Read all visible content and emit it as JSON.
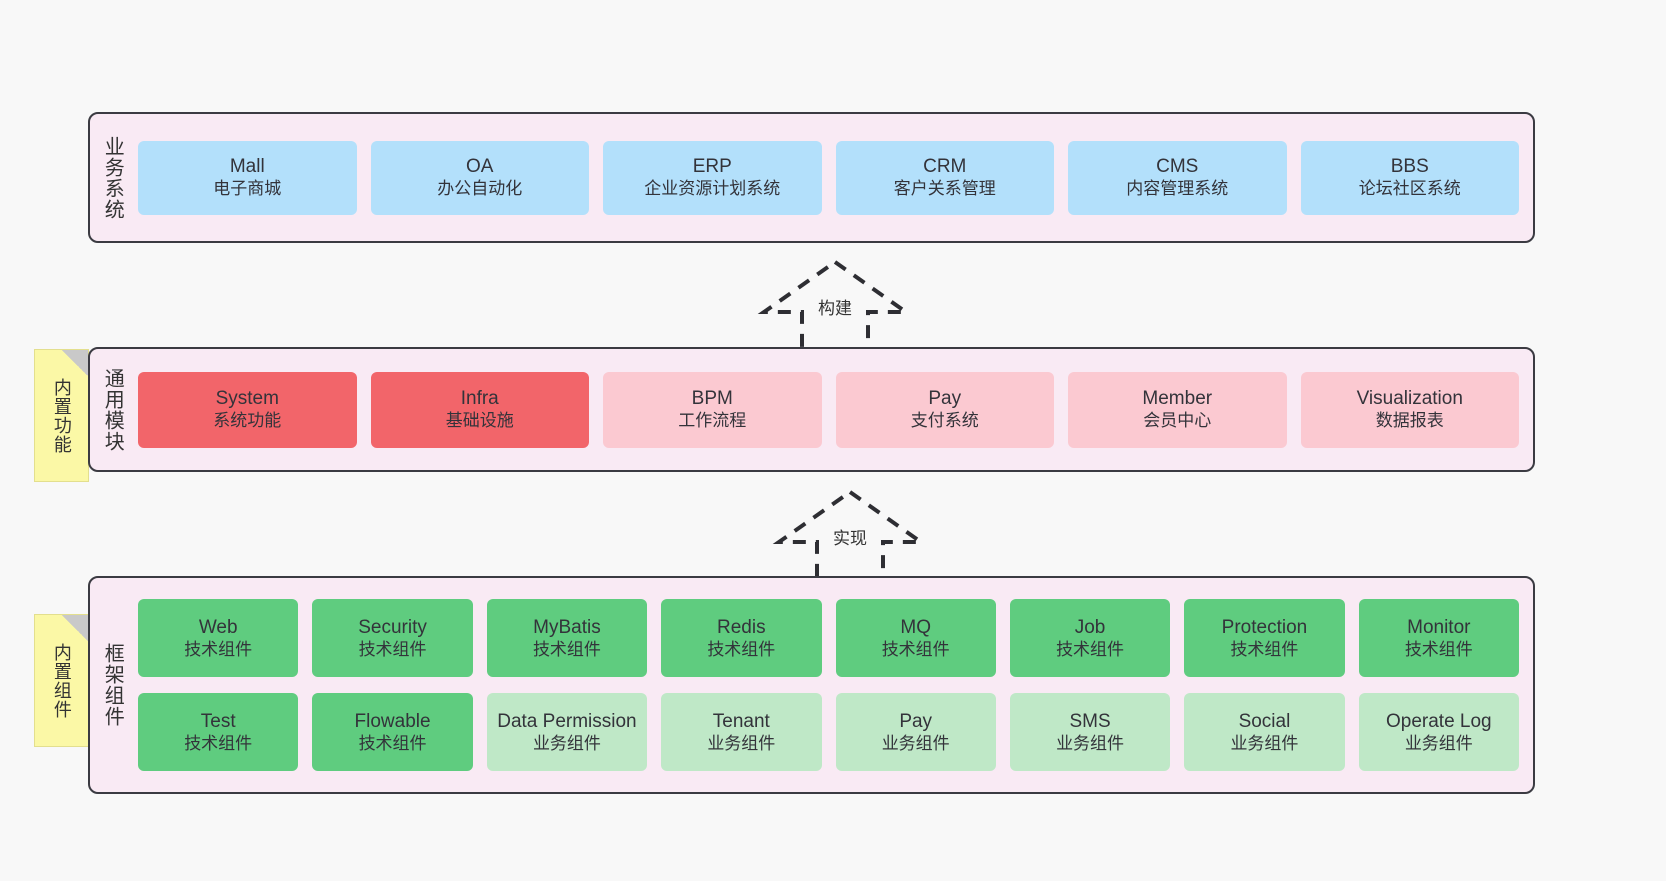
{
  "diagram": {
    "background": "#f8f8f8",
    "layer_fill": "#f9eaf4",
    "layer_border": "#3b3b42"
  },
  "layers": [
    {
      "key": "business",
      "label": "业务系统",
      "rows": [
        {
          "nodes": [
            {
              "title": "Mall",
              "sub": "电子商城",
              "color": "blue"
            },
            {
              "title": "OA",
              "sub": "办公自动化",
              "color": "blue"
            },
            {
              "title": "ERP",
              "sub": "企业资源计划系统",
              "color": "blue"
            },
            {
              "title": "CRM",
              "sub": "客户关系管理",
              "color": "blue"
            },
            {
              "title": "CMS",
              "sub": "内容管理系统",
              "color": "blue"
            },
            {
              "title": "BBS",
              "sub": "论坛社区系统",
              "color": "blue"
            }
          ]
        }
      ]
    },
    {
      "key": "common",
      "label": "通用模块",
      "note": "内置功能",
      "rows": [
        {
          "nodes": [
            {
              "title": "System",
              "sub": "系统功能",
              "color": "red"
            },
            {
              "title": "Infra",
              "sub": "基础设施",
              "color": "red"
            },
            {
              "title": "BPM",
              "sub": "工作流程",
              "color": "pink"
            },
            {
              "title": "Pay",
              "sub": "支付系统",
              "color": "pink"
            },
            {
              "title": "Member",
              "sub": "会员中心",
              "color": "pink"
            },
            {
              "title": "Visualization",
              "sub": "数据报表",
              "color": "pink"
            }
          ]
        }
      ]
    },
    {
      "key": "framework",
      "label": "框架组件",
      "note": "内置组件",
      "rows": [
        {
          "nodes": [
            {
              "title": "Web",
              "sub": "技术组件",
              "color": "green"
            },
            {
              "title": "Security",
              "sub": "技术组件",
              "color": "green"
            },
            {
              "title": "MyBatis",
              "sub": "技术组件",
              "color": "green"
            },
            {
              "title": "Redis",
              "sub": "技术组件",
              "color": "green"
            },
            {
              "title": "MQ",
              "sub": "技术组件",
              "color": "green"
            },
            {
              "title": "Job",
              "sub": "技术组件",
              "color": "green"
            },
            {
              "title": "Protection",
              "sub": "技术组件",
              "color": "green"
            },
            {
              "title": "Monitor",
              "sub": "技术组件",
              "color": "green"
            }
          ]
        },
        {
          "nodes": [
            {
              "title": "Test",
              "sub": "技术组件",
              "color": "green"
            },
            {
              "title": "Flowable",
              "sub": "技术组件",
              "color": "green"
            },
            {
              "title": "Data Permission",
              "sub": "业务组件",
              "color": "mint"
            },
            {
              "title": "Tenant",
              "sub": "业务组件",
              "color": "mint"
            },
            {
              "title": "Pay",
              "sub": "业务组件",
              "color": "mint"
            },
            {
              "title": "SMS",
              "sub": "业务组件",
              "color": "mint"
            },
            {
              "title": "Social",
              "sub": "业务组件",
              "color": "mint"
            },
            {
              "title": "Operate Log",
              "sub": "业务组件",
              "color": "mint"
            }
          ]
        }
      ]
    }
  ],
  "arrows": [
    {
      "key": "build",
      "label": "构建"
    },
    {
      "key": "implement",
      "label": "实现"
    }
  ],
  "colors": {
    "blue": "#b3e0fb",
    "red": "#f2656a",
    "pink": "#fbc9d1",
    "green": "#5fcc7f",
    "mint": "#bfe8c7",
    "sticky": "#fbf8a6",
    "fold": "#c9c9c9"
  }
}
